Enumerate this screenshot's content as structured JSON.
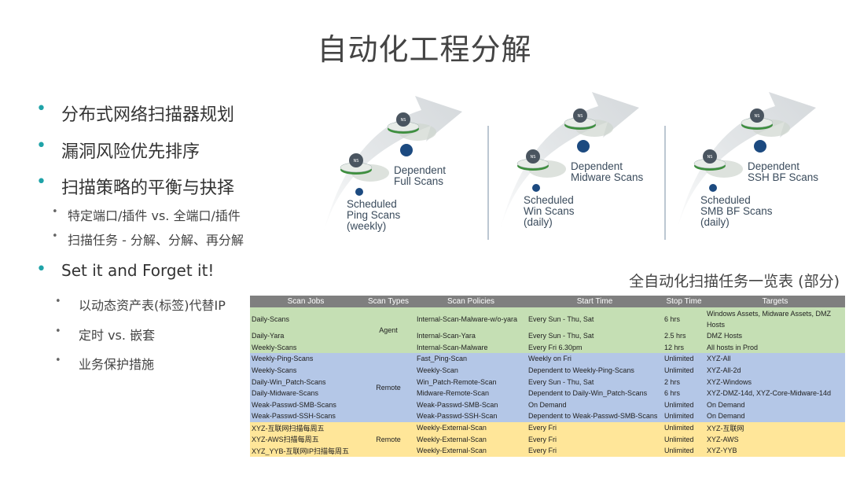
{
  "title": "自动化工程分解",
  "bullets": [
    {
      "text": "分布式网络扫描器规划"
    },
    {
      "text": "漏洞风险优先排序"
    },
    {
      "text": "扫描策略的平衡与抉择",
      "sub": [
        "特定端口/插件 vs. 全端口/插件",
        "扫描任务 - 分解、分解、再分解"
      ]
    },
    {
      "text": "Set it and Forget it!",
      "sub": [
        "以动态资产表(标签)代替IP",
        "定时 vs. 嵌套",
        "业务保护措施"
      ]
    }
  ],
  "diagram": {
    "node_label": "NS",
    "panels": [
      {
        "low": [
          "Scheduled",
          "Ping Scans",
          "(weekly)"
        ],
        "high": [
          "Dependent",
          "Full Scans"
        ]
      },
      {
        "low": [
          "Scheduled",
          "Win Scans",
          "(daily)"
        ],
        "high": [
          "Dependent",
          "Midware Scans"
        ]
      },
      {
        "low": [
          "Scheduled",
          "SMB BF Scans",
          "(daily)"
        ],
        "high": [
          "Dependent",
          "SSH BF Scans"
        ]
      }
    ]
  },
  "table": {
    "caption": "全自动化扫描任务一览表 (部分)",
    "headers": [
      "Scan Jobs",
      "Scan Types",
      "Scan Policies",
      "Start Time",
      "Stop Time",
      "Targets"
    ],
    "groups": [
      {
        "type": "Agent",
        "rows": [
          [
            "Daily-Scans",
            "Internal-Scan-Malware-w/o-yara",
            "Every Sun - Thu, Sat",
            "6 hrs",
            "Windows Assets, Midware Assets, DMZ Hosts"
          ],
          [
            "Daily-Yara",
            "Internal-Scan-Yara",
            "Every Sun - Thu, Sat",
            "2.5 hrs",
            "DMZ Hosts"
          ],
          [
            "Weekly-Scans",
            "Internal-Scan-Malware",
            "Every Fri 6.30pm",
            "12 hrs",
            "All hosts in Prod"
          ]
        ]
      },
      {
        "type": "Remote",
        "rows": [
          [
            "Weekly-Ping-Scans",
            "Fast_Ping-Scan",
            "Weekly on Fri",
            "Unlimited",
            "XYZ-All"
          ],
          [
            "Weekly-Scans",
            "Weekly-Scan",
            "Dependent to Weekly-Ping-Scans",
            "Unlimited",
            "XYZ-All-2d"
          ],
          [
            "Daily-Win_Patch-Scans",
            "Win_Patch-Remote-Scan",
            "Every Sun - Thu, Sat",
            "2 hrs",
            "XYZ-Windows"
          ],
          [
            "Daily-Midware-Scans",
            "Midware-Remote-Scan",
            "Dependent to Daily-Win_Patch-Scans",
            "6 hrs",
            "XYZ-DMZ-14d, XYZ-Core-Midware-14d"
          ],
          [
            "Weak-Passwd-SMB-Scans",
            "Weak-Passwd-SMB-Scan",
            "On Demand",
            "Unlimited",
            "On Demand"
          ],
          [
            "Weak-Passwd-SSH-Scans",
            "Weak-Passwd-SSH-Scan",
            "Dependent to Weak-Passwd-SMB-Scans",
            "Unlimited",
            "On Demand"
          ]
        ]
      },
      {
        "type": "Remote",
        "rows": [
          [
            "XYZ-互联网扫描每周五",
            "Weekly-External-Scan",
            "Every Fri",
            "Unlimited",
            "XYZ-互联网"
          ],
          [
            "XYZ-AWS扫描每周五",
            "Weekly-External-Scan",
            "Every Fri",
            "Unlimited",
            "XYZ-AWS"
          ],
          [
            "XYZ_YYB-互联网IP扫描每周五",
            "Weekly-External-Scan",
            "Every Fri",
            "Unlimited",
            "XYZ-YYB"
          ]
        ]
      }
    ],
    "colors": {
      "header": "#7f7f7f",
      "agent": "#c5dfb4",
      "remote": "#b4c7e7",
      "external": "#ffe699"
    }
  }
}
